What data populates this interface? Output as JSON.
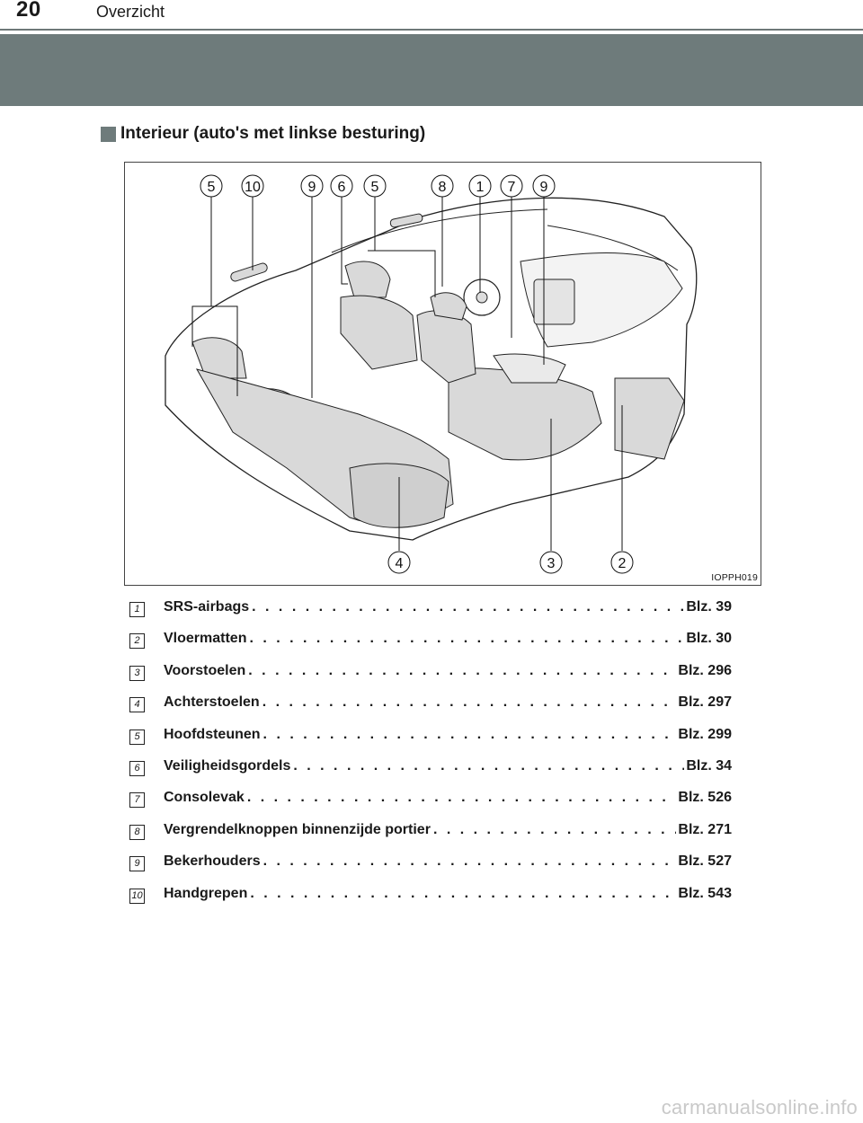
{
  "header": {
    "page_number": "20",
    "section": "Overzicht"
  },
  "subheading": "Interieur (auto's met linkse besturing)",
  "figure": {
    "code": "IOPPH019",
    "callouts_top": [
      "5",
      "10",
      "9",
      "6",
      "5",
      "8",
      "1",
      "7",
      "9"
    ],
    "callouts_bottom": [
      "4",
      "3",
      "2"
    ]
  },
  "items": [
    {
      "num": "1",
      "label": "SRS-airbags",
      "page": "Blz. 39"
    },
    {
      "num": "2",
      "label": "Vloermatten",
      "page": "Blz. 30"
    },
    {
      "num": "3",
      "label": "Voorstoelen",
      "page": "Blz. 296"
    },
    {
      "num": "4",
      "label": "Achterstoelen",
      "page": "Blz. 297"
    },
    {
      "num": "5",
      "label": "Hoofdsteunen",
      "page": "Blz. 299"
    },
    {
      "num": "6",
      "label": "Veiligheidsgordels",
      "page": "Blz. 34"
    },
    {
      "num": "7",
      "label": "Consolevak",
      "page": "Blz. 526"
    },
    {
      "num": "8",
      "label": "Vergrendelknoppen binnenzijde portier",
      "page": "Blz. 271"
    },
    {
      "num": "9",
      "label": "Bekerhouders",
      "page": "Blz. 527"
    },
    {
      "num": "10",
      "label": "Handgrepen",
      "page": "Blz. 543"
    }
  ],
  "watermark": "carmanualsonline.info"
}
